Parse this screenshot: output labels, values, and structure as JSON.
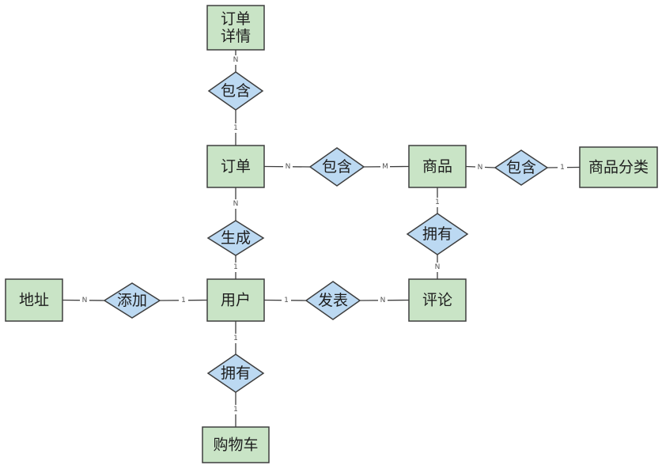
{
  "entities": [
    {
      "id": "order_detail",
      "lines": [
        "订单",
        "详情"
      ]
    },
    {
      "id": "order",
      "lines": [
        "订单"
      ]
    },
    {
      "id": "product",
      "lines": [
        "商品"
      ]
    },
    {
      "id": "category",
      "lines": [
        "商品分类"
      ]
    },
    {
      "id": "address",
      "lines": [
        "地址"
      ]
    },
    {
      "id": "user",
      "lines": [
        "用户"
      ]
    },
    {
      "id": "review",
      "lines": [
        "评论"
      ]
    },
    {
      "id": "cart",
      "lines": [
        "购物车"
      ]
    }
  ],
  "relationships": [
    {
      "id": "contain_detail",
      "label": "包含"
    },
    {
      "id": "contain_product",
      "label": "包含"
    },
    {
      "id": "contain_category",
      "label": "包含"
    },
    {
      "id": "generate",
      "label": "生成"
    },
    {
      "id": "own_review",
      "label": "拥有"
    },
    {
      "id": "add",
      "label": "添加"
    },
    {
      "id": "publish",
      "label": "发表"
    },
    {
      "id": "own_cart",
      "label": "拥有"
    }
  ],
  "edges": [
    {
      "id": "e1",
      "from": "order_detail",
      "to": "contain_detail",
      "cardinality": "N"
    },
    {
      "id": "e2",
      "from": "contain_detail",
      "to": "order",
      "cardinality": "1"
    },
    {
      "id": "e3",
      "from": "order",
      "to": "contain_product",
      "cardinality": "N"
    },
    {
      "id": "e4",
      "from": "contain_product",
      "to": "product",
      "cardinality": "M"
    },
    {
      "id": "e5",
      "from": "product",
      "to": "contain_category",
      "cardinality": "N"
    },
    {
      "id": "e6",
      "from": "contain_category",
      "to": "category",
      "cardinality": "1"
    },
    {
      "id": "e7",
      "from": "order",
      "to": "generate",
      "cardinality": "N"
    },
    {
      "id": "e8",
      "from": "generate",
      "to": "user",
      "cardinality": "1"
    },
    {
      "id": "e9",
      "from": "product",
      "to": "own_review",
      "cardinality": "1"
    },
    {
      "id": "e10",
      "from": "own_review",
      "to": "review",
      "cardinality": "N"
    },
    {
      "id": "e11",
      "from": "address",
      "to": "add",
      "cardinality": "N"
    },
    {
      "id": "e12",
      "from": "add",
      "to": "user",
      "cardinality": "1"
    },
    {
      "id": "e13",
      "from": "user",
      "to": "publish",
      "cardinality": "1"
    },
    {
      "id": "e14",
      "from": "publish",
      "to": "review",
      "cardinality": "N"
    },
    {
      "id": "e15",
      "from": "user",
      "to": "own_cart",
      "cardinality": "1"
    },
    {
      "id": "e16",
      "from": "own_cart",
      "to": "cart",
      "cardinality": "1"
    }
  ]
}
